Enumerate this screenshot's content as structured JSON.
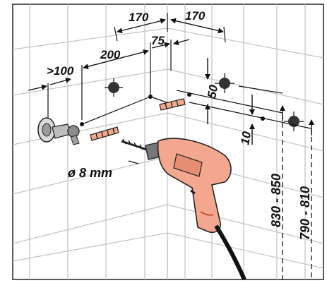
{
  "dimensions": {
    "top_left_width": "170",
    "top_right_width": "170",
    "offset_75": "75",
    "spacing_200": "200",
    "min_100": ">100",
    "height_50": "50",
    "height_10": "10",
    "range_830_850": "830 - 850",
    "range_790_810": "790 - 810"
  },
  "drill": {
    "diameter_label": "ø 8 mm"
  },
  "colors": {
    "drill_body": "#f2a78e",
    "drill_dark": "#c8553c",
    "dowel": "#f0a98a",
    "tile_line": "#bfc3c6",
    "ink": "#111111"
  }
}
